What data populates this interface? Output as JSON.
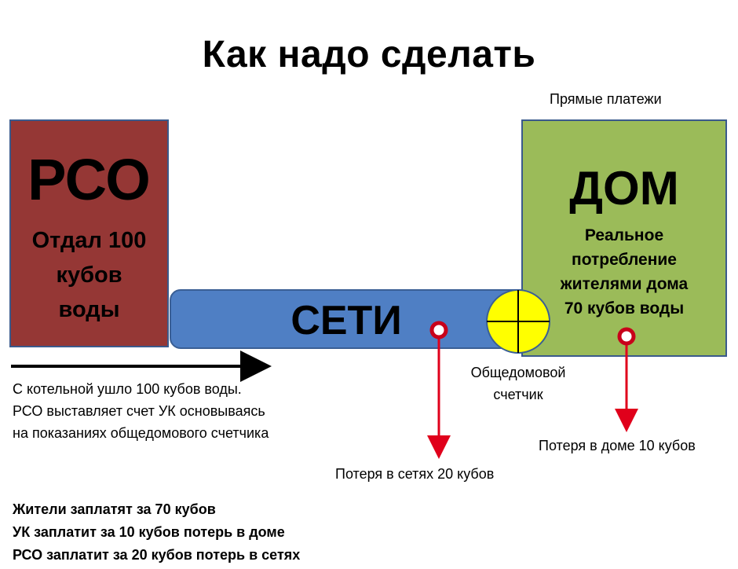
{
  "title": "Как надо сделать",
  "direct_payments": "Прямые платежи",
  "rso": {
    "name": "РСО",
    "lines": [
      "Отдал 100",
      "кубов",
      "воды"
    ]
  },
  "network": {
    "name": "СЕТИ"
  },
  "house": {
    "name": "ДОМ",
    "lines": [
      "Реальное",
      "потребление",
      "жителями дома",
      "70 кубов воды"
    ]
  },
  "meter": {
    "lines": [
      "Общедомовой",
      "счетчик"
    ]
  },
  "description": [
    "С котельной ушло 100 кубов воды.",
    "РСО выставляет счет УК основываясь",
    "на показаниях общедомового счетчика"
  ],
  "network_loss": "Потеря в сетях 20 кубов",
  "house_loss": "Потеря в доме 10 кубов",
  "summary": [
    "Жители заплатят за 70 кубов",
    "УК заплатит за 10 кубов потерь в доме",
    "РСО заплатит за 20 кубов потерь в сетях"
  ],
  "colors": {
    "rso": "#953735",
    "network": "#4f7fc4",
    "house": "#9bbb59",
    "meter": "#ffff00",
    "loss_arrow": "#e0001b"
  }
}
